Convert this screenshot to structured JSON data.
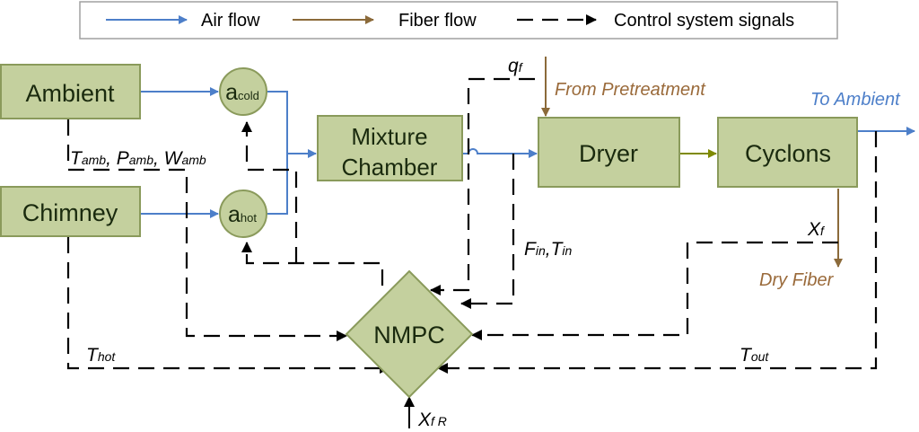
{
  "legend": {
    "air": "Air flow",
    "fiber": "Fiber flow",
    "control": "Control system signals"
  },
  "blocks": {
    "ambient": "Ambient",
    "chimney": "Chimney",
    "mixture_line1": "Mixture",
    "mixture_line2": "Chamber",
    "dryer": "Dryer",
    "cyclons": "Cyclons",
    "nmpc": "NMPC"
  },
  "valves": {
    "cold_main": "a",
    "cold_sub": "cold",
    "hot_main": "a",
    "hot_sub": "hot"
  },
  "flow_labels": {
    "from_pretreatment": "From Pretreatment",
    "to_ambient": "To Ambient",
    "dry_fiber": "Dry Fiber"
  },
  "signals": {
    "qf_main": "q",
    "qf_sub": "f",
    "t_amb_main": "T",
    "t_amb_sub": "amb",
    "p_amb_main": "P",
    "p_amb_sub": "amb",
    "w_amb_main": "W",
    "w_amb_sub": "amb",
    "fin_main": "F",
    "fin_sub": "in",
    "tin_main": "T",
    "tin_sub": "in",
    "xf_main": "X",
    "xf_sub": "f",
    "thot_main": "T",
    "thot_sub": "hot",
    "tout_main": "T",
    "tout_sub": "out",
    "xfr_main": "X",
    "xfr_sub": "f R"
  },
  "colors": {
    "block_fill": "#c4d09e",
    "air": "#4d7fc9",
    "fiber": "#8b6a3a",
    "fiber_label": "#9a6a3a",
    "dryer_to_cyclons": "#7f8a00"
  }
}
